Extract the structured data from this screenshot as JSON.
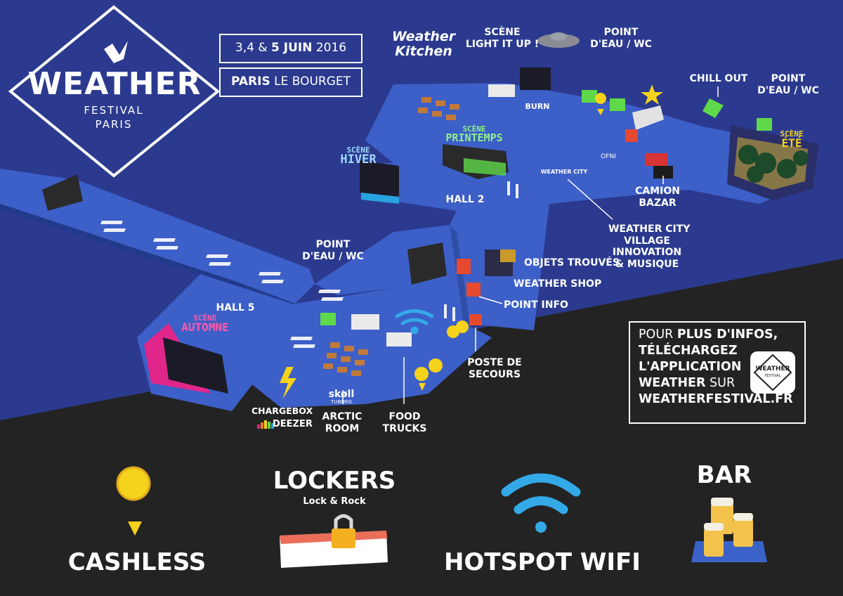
{
  "colors": {
    "background_blue": "#2b3a8e",
    "background_dark": "#232323",
    "path_blue": "#3c5fc8",
    "accent_yellow": "#f5d21b",
    "accent_magenta": "#e0268a",
    "accent_green": "#5fd84a",
    "accent_cyan": "#28a3e0",
    "wifi_blue": "#33a9e8"
  },
  "logo": {
    "title": "WEATHER",
    "subtitle": "FESTIVAL",
    "city": "PARIS"
  },
  "event": {
    "dates_prefix": "3,4 & ",
    "dates_bold": "5 JUIN",
    "dates_year": " 2016",
    "venue_bold": "PARIS",
    "venue_rest": " LE BOURGET"
  },
  "stages": {
    "hiver_line1": "SCÈNE",
    "hiver_line2": "HIVER",
    "printemps_line1": "SCÈNE",
    "printemps_line2": "PRINTEMPS",
    "ete_line1": "SCÈNE",
    "ete_line2": "ÉTÉ",
    "automne_line1": "SCÈNE",
    "automne_line2": "AUTOMNE"
  },
  "brands": {
    "kitchen_line1": "Weather",
    "kitchen_line2": "Kitchen",
    "burn": "BURN",
    "skol": "skøll",
    "skol_sub": "TUBORG",
    "ofni": "OFNI",
    "weather_city_sign": "WEATHER CITY",
    "deezer": "DEEZER",
    "lockrock": "Lock & Rock"
  },
  "labels": {
    "light_it_up_1": "SCÈNE",
    "light_it_up_2": "LIGHT IT UP !",
    "point_eau_top_1": "POINT",
    "point_eau_top_2": "D'EAU / WC",
    "chill_out": "CHILL OUT",
    "point_eau_right_1": "POINT",
    "point_eau_right_2": "D'EAU / WC",
    "camion_1": "CAMION",
    "camion_2": "BAZAR",
    "wcity_1": "WEATHER CITY",
    "wcity_2": "VILLAGE",
    "wcity_3": "INNOVATION",
    "wcity_4": "& MUSIQUE",
    "hall2": "HALL 2",
    "objets": "OBJETS TROUVÉS",
    "shop": "WEATHER SHOP",
    "info": "POINT INFO",
    "secours_1": "POSTE DE",
    "secours_2": "SECOURS",
    "point_eau_mid_1": "POINT",
    "point_eau_mid_2": "D'EAU / WC",
    "hall5": "HALL 5",
    "chargebox": "CHARGEBOX",
    "arctic_1": "ARCTIC",
    "arctic_2": "ROOM",
    "food_1": "FOOD",
    "food_2": "TRUCKS"
  },
  "info_box": {
    "l1_pre": "POUR ",
    "l1_bold": "PLUS D'INFOS,",
    "l2": "TÉLÉCHARGEZ",
    "l3": "L'APPLICATION",
    "l4_bold": "WEATHER",
    "l4_rest": " SUR",
    "l5": "WEATHERFESTIVAL.FR",
    "app_icon_text": "WEATHER",
    "app_icon_sub": "FESTIVAL"
  },
  "legend": {
    "cashless": "CASHLESS",
    "lockers": "LOCKERS",
    "hotspot": "HOTSPOT WIFI",
    "bar": "BAR"
  }
}
